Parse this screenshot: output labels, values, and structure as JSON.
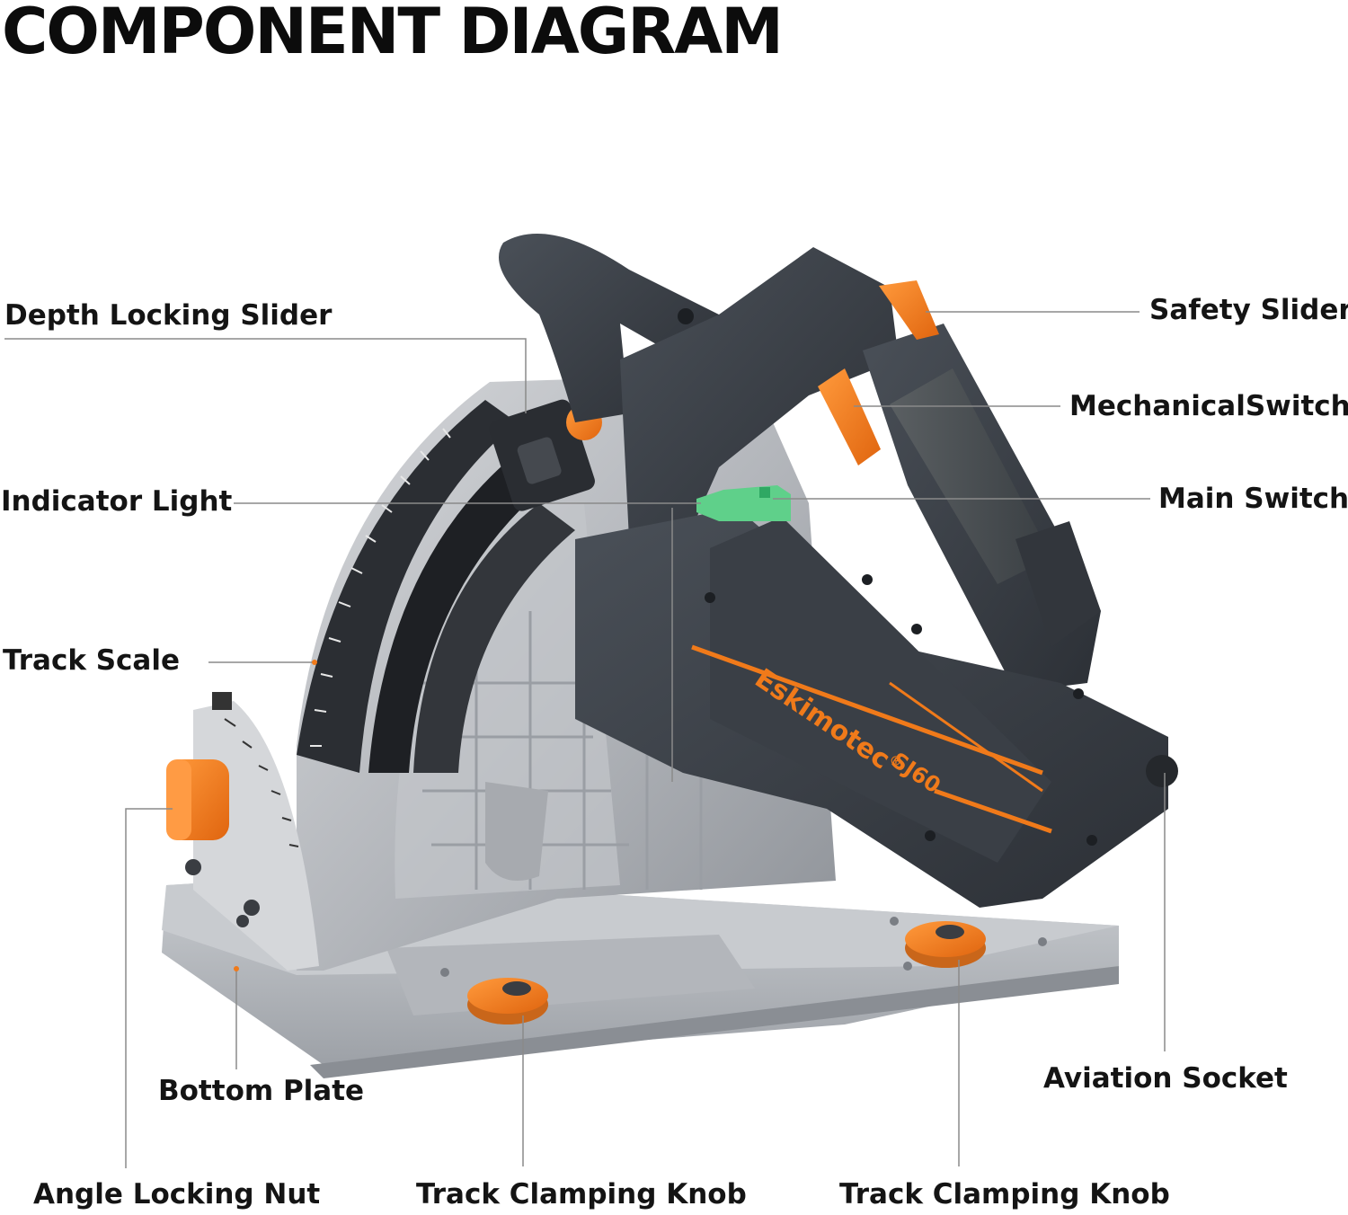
{
  "title": "COMPONENT DIAGRAM",
  "brand": {
    "name": "Eskimotec",
    "model": "SJ60",
    "registered_mark": "®"
  },
  "labels": {
    "depth_locking_slider": "Depth Locking Slider",
    "safety_slider": "Safety Slider",
    "mechanical_switch": "MechanicalSwitch",
    "indicator_light": "Indicator Light",
    "main_switch": "Main Switch",
    "track_scale": "Track Scale",
    "bottom_plate": "Bottom Plate",
    "aviation_socket": "Aviation Socket",
    "angle_locking_nut": "Angle Locking Nut",
    "track_clamping_knob_left": "Track Clamping Knob",
    "track_clamping_knob_right": "Track Clamping Knob"
  },
  "colors": {
    "accent_orange": "#f07a1a",
    "body_dark": "#3c4149",
    "metal_silver": "#b9bcc1",
    "indicator_green": "#5fd08a",
    "leader_line": "#8a8a8a"
  }
}
